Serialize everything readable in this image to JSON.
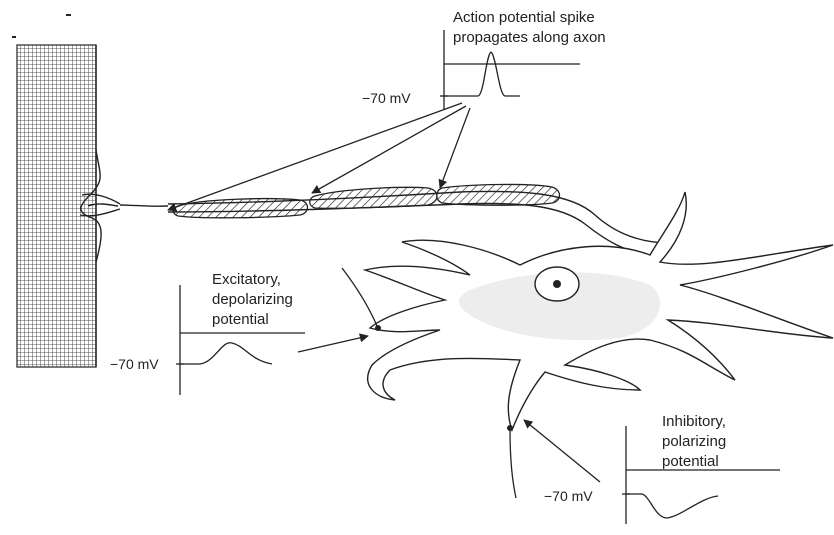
{
  "labels": {
    "action_line1": "Action potential spike",
    "action_line2": "propagates along axon",
    "action_mv": "−70  mV",
    "excitatory_line1": "Excitatory,",
    "excitatory_line2": "depolarizing",
    "excitatory_line3": "potential",
    "excitatory_mv": "−70 mV",
    "inhibitory_line1": "Inhibitory,",
    "inhibitory_line2": "polarizing",
    "inhibitory_line3": "potential",
    "inhibitory_mv": "−70 mV"
  },
  "colors": {
    "ink": "#222222",
    "stipple": "#9a9a9a",
    "background": "#ffffff"
  }
}
